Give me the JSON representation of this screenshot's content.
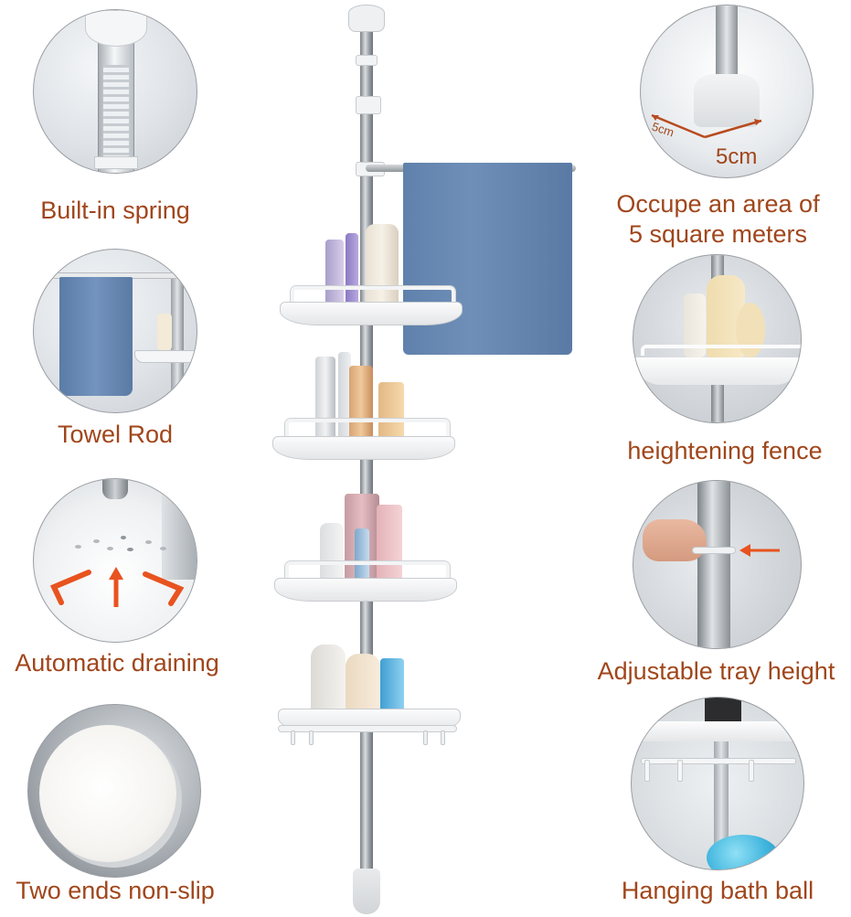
{
  "infographic": {
    "theme": {
      "label_color": "#a0461b",
      "arrow_color": "#e8531f",
      "towel_color": "#6685b0",
      "background": "#ffffff"
    },
    "left_features": [
      {
        "label": "Built-in spring",
        "icon": "spring-pole-closeup"
      },
      {
        "label": "Towel Rod",
        "icon": "towel-rod-closeup"
      },
      {
        "label": "Automatic draining",
        "icon": "drain-holes-closeup"
      },
      {
        "label": "Two ends non-slip",
        "icon": "non-slip-pad-closeup"
      }
    ],
    "right_features": [
      {
        "label_line1": "Occupe an area of",
        "label_line2": "5 square meters",
        "icon": "corner-footprint-closeup",
        "dimension_small": "5cm",
        "dimension_large": "5cm"
      },
      {
        "label": "heightening fence",
        "icon": "tray-fence-closeup"
      },
      {
        "label": "Adjustable tray height",
        "icon": "hand-adjust-closeup"
      },
      {
        "label": "Hanging bath ball",
        "icon": "bath-ball-hook-closeup"
      }
    ],
    "product": {
      "name": "corner-shower-caddy-pole",
      "tiers": 4,
      "has_towel_rod": true,
      "has_hooks": true
    }
  }
}
